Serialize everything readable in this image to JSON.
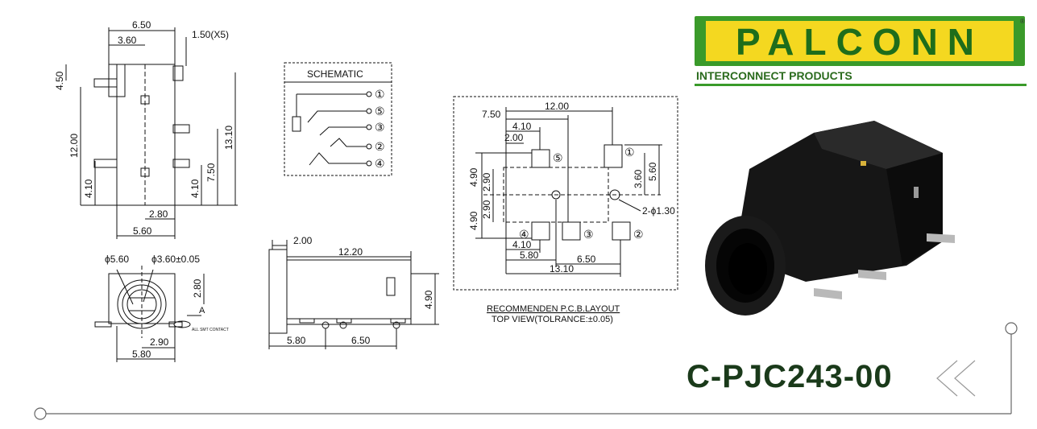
{
  "logo": {
    "brand": "PALCONN",
    "tagline": "INTERCONNECT PRODUCTS",
    "reg_mark": "®"
  },
  "part_number": "C-PJC243-00",
  "top_view": {
    "dim_width": "6.50",
    "dim_inner": "3.60",
    "dim_pin": "1.50(X5)",
    "dim_left_top": "4.50",
    "dim_left_mid": "12.00",
    "dim_left_low": "4.10",
    "dim_right_low": "4.10",
    "dim_right_mid": "7.50",
    "dim_right_full": "13.10",
    "dim_bottom_a": "2.80",
    "dim_bottom_b": "5.60"
  },
  "schematic": {
    "title": "SCHEMATIC",
    "pins": [
      "①",
      "⑤",
      "③",
      "②",
      "④"
    ]
  },
  "front_view": {
    "dia_outer": "ϕ5.60",
    "dia_inner": "ϕ3.60±0.05",
    "dim_h": "2.80",
    "dim_a": "2.90",
    "dim_b": "5.80",
    "label_a": "A",
    "note": "ALL SMT CONTACT"
  },
  "side_view": {
    "dim_top": "2.00",
    "dim_len": "12.20",
    "dim_h": "4.90",
    "dim_a": "5.80",
    "dim_b": "6.50"
  },
  "pcb_layout": {
    "dim_12": "12.00",
    "dim_750": "7.50",
    "dim_410": "4.10",
    "dim_200": "2.00",
    "dim_490a": "4.90",
    "dim_290a": "2.90",
    "dim_290b": "2.90",
    "dim_490b": "4.90",
    "dim_360": "3.60",
    "dim_560": "5.60",
    "hole": "2-ϕ1.30",
    "dim_410b": "4.10",
    "dim_580": "5.80",
    "dim_650": "6.50",
    "dim_1310": "13.10",
    "pins": [
      "⑤",
      "①",
      "④",
      "③",
      "②"
    ],
    "caption1": "RECOMMENDEN P.C.B.LAYOUT",
    "caption2": "TOP VIEW(TOLRANCE:±0.05)"
  }
}
